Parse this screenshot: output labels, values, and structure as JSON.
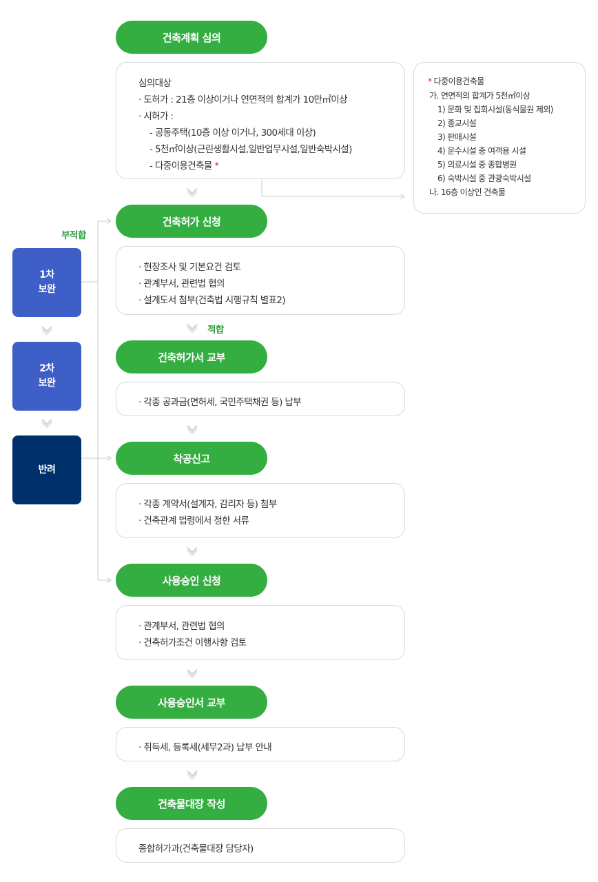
{
  "steps": [
    {
      "title": "건축계획 심의",
      "lines": [
        "심의대상",
        "· 도허가 : 21층 이상이거나 연면적의 합계가 10만㎡이상",
        "· 시허가 :",
        "- 공동주택(10층 이상 이거나, 300세대 이상)",
        "- 5천㎡이상(근린생활시설,일반업무시설,일반숙박시설)",
        "- 다중이용건축물"
      ],
      "asterisk": "*"
    },
    {
      "title": "건축허가 신청",
      "lines": [
        "· 현장조사 및 기본요건 검토",
        "· 관계부서, 관련법 협의",
        "· 설계도서 첨부(건축법 시행규칙 별표2)"
      ]
    },
    {
      "title": "건축허가서 교부",
      "lines": [
        "· 각종 공과금(면허세, 국민주택채권 등) 납부"
      ]
    },
    {
      "title": "착공신고",
      "lines": [
        "· 각종 계약서(설계자, 감리자 등) 첨부",
        "· 건축관계 법령에서 정한 서류"
      ]
    },
    {
      "title": "사용승인 신청",
      "lines": [
        "· 관계부서, 관련법 협의",
        "· 건축허가조건 이행사항 검토"
      ]
    },
    {
      "title": "사용승인서 교부",
      "lines": [
        "· 취득세, 등록세(세무2과) 납부 안내"
      ]
    },
    {
      "title": "건축물대장 작성",
      "lines": [
        "종합허가과(건축물대장 담당자)"
      ]
    }
  ],
  "labels": {
    "unsuitable": "부적합",
    "suitable": "적합"
  },
  "side": [
    {
      "line1": "1차",
      "line2": "보완"
    },
    {
      "line1": "2차",
      "line2": "보완"
    },
    {
      "line1": "반려"
    }
  ],
  "note": {
    "asterisk": "*",
    "title": "다중이용건축물",
    "lines": [
      "가. 연면적의 합계가 5천㎡이상",
      "1) 문화 및 집회시설(동식물원 제외)",
      "2) 종교시설",
      "3) 판매시설",
      "4) 운수시설 중 여객용 시설",
      "5) 의료시설 중 종합병원",
      "6) 숙박시설 중 관광숙박시설",
      "나. 16층 이상인 건축물"
    ]
  },
  "colors": {
    "green": "#34ad41",
    "blue": "#3f5fc8",
    "navy": "#00306b",
    "red": "#e0262b",
    "chevron": "#d4d4d4"
  }
}
